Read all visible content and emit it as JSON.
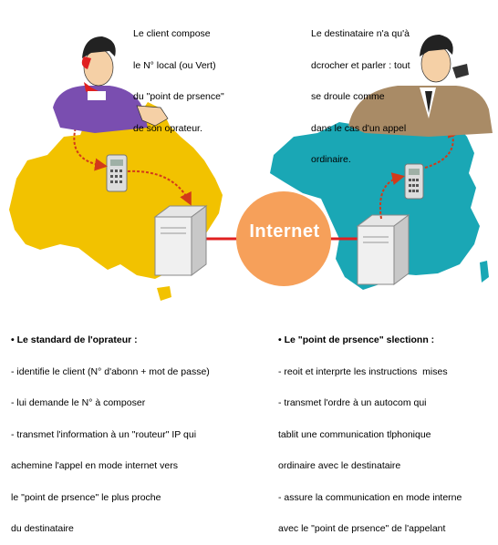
{
  "captions": {
    "left": [
      "Le client compose",
      "le N° local (ou Vert)",
      "du \"point de prsence\"",
      "de son oprateur."
    ],
    "right": [
      "Le destinataire n'a qu'à",
      "dcrocher et parler : tout",
      "se droule comme",
      "dans le cas d'un appel",
      "ordinaire."
    ]
  },
  "center_label": "Internet",
  "left_block": {
    "title": "• Le standard de l'oprateur :",
    "lines": [
      "- identifie le client (N° d'abonn + mot de passe)",
      "- lui demande le N° à composer",
      "- transmet l'information à un \"routeur\" IP qui",
      "achemine l'appel en mode internet vers",
      "le \"point de prsence\" le plus proche",
      "du destinataire"
    ]
  },
  "right_block": {
    "title": "• Le \"point de prsence\" slectionn :",
    "lines": [
      "- reoit et interprte les instructions  mises",
      "- transmet l'ordre à un autocom qui",
      "tablit une communication tlphonique",
      "ordinaire avec le destinataire",
      "- assure la communication en mode interne",
      "avec le \"point de prsence\" de l'appelant"
    ]
  },
  "colors": {
    "australia": "#F2C200",
    "france": "#1AA7B5",
    "internet_circle": "#F6A05A",
    "link_line": "#E02020",
    "arrow": "#D23A1A"
  }
}
